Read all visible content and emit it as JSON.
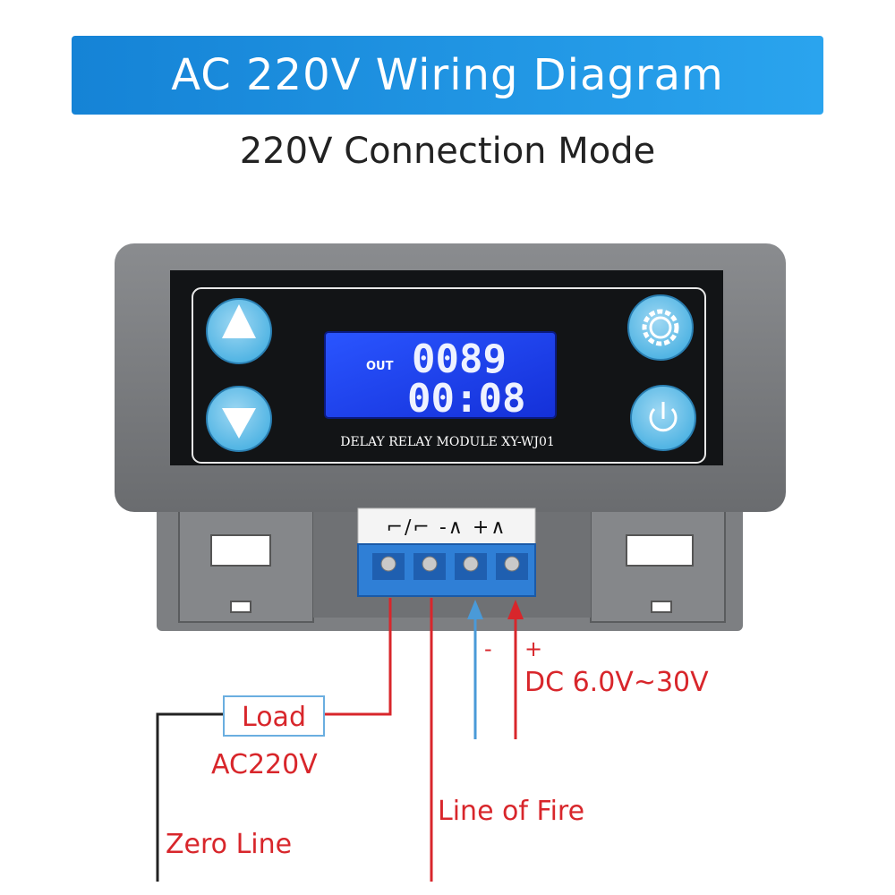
{
  "header": {
    "title": "AC 220V Wiring Diagram",
    "subtitle": "220V Connection Mode"
  },
  "device": {
    "display": {
      "out_label": "OUT",
      "line1": "0089",
      "line2": "00:08"
    },
    "model_label": "DELAY RELAY MODULE XY-WJ01",
    "terminal_legend": "⌐∕⌐ -∧ +∧",
    "buttons": [
      {
        "icon": "up-arrow-icon"
      },
      {
        "icon": "down-arrow-icon"
      },
      {
        "icon": "gear-icon"
      },
      {
        "icon": "power-icon"
      }
    ]
  },
  "wiring": {
    "minus": "-",
    "plus": "+",
    "dc_range": "DC 6.0V~30V",
    "load": "Load",
    "load_voltage": "AC220V",
    "line_of_fire": "Line of Fire",
    "zero_line": "Zero Line"
  },
  "colors": {
    "banner": "#1e94e2",
    "wire_red": "#d8262b",
    "wire_blue": "#4a9ad8",
    "wire_black": "#222222",
    "lcd": "#1a3ef0",
    "housing": "#76787b",
    "terminal_block": "#2f7fd6"
  }
}
